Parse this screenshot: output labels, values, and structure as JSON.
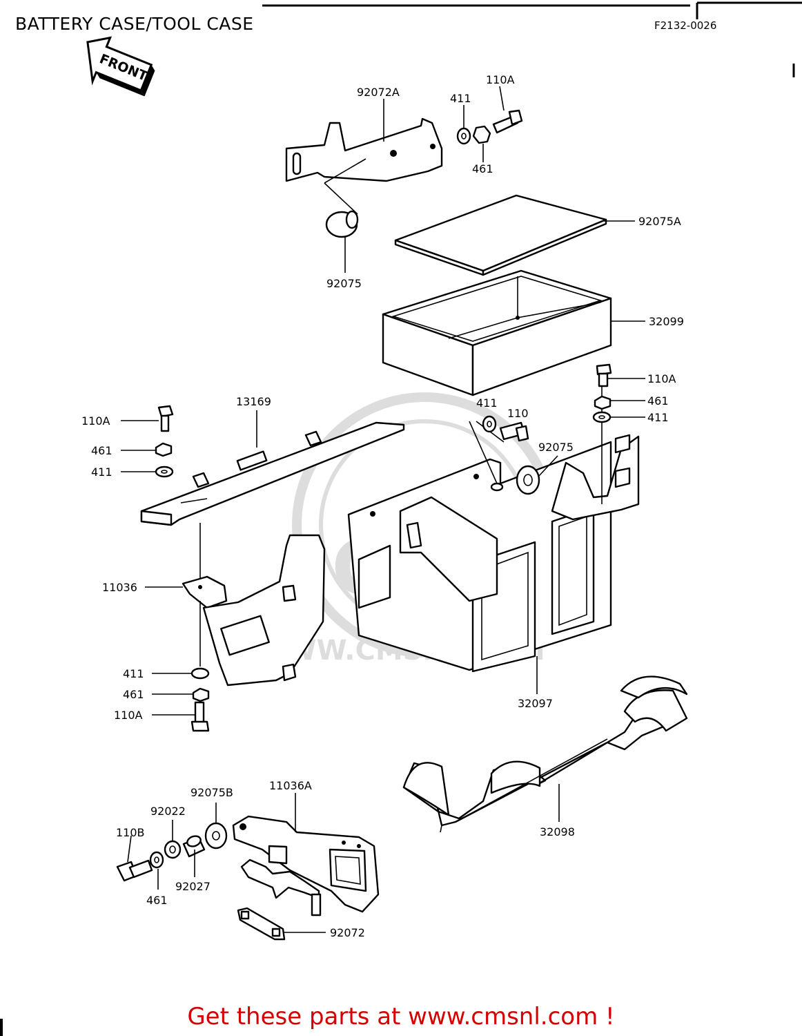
{
  "header": {
    "title": "BATTERY CASE/TOOL CASE",
    "figure_code": "F2132-0026"
  },
  "front_arrow": {
    "label": "FRONT"
  },
  "watermark": {
    "text": "WWW.CMSNL.COM"
  },
  "parts": [
    {
      "key": "p92072A_top",
      "label": "92072A"
    },
    {
      "key": "p411_top",
      "label": "411"
    },
    {
      "key": "p110A_top",
      "label": "110A"
    },
    {
      "key": "p461_top",
      "label": "461"
    },
    {
      "key": "p92075A",
      "label": "92075A"
    },
    {
      "key": "p92075_top",
      "label": "92075"
    },
    {
      "key": "p32099",
      "label": "32099"
    },
    {
      "key": "p110A_right",
      "label": "110A"
    },
    {
      "key": "p461_right",
      "label": "461"
    },
    {
      "key": "p411_right",
      "label": "411"
    },
    {
      "key": "p411_mid",
      "label": "411"
    },
    {
      "key": "p110_mid",
      "label": "110"
    },
    {
      "key": "p92075_mid",
      "label": "92075"
    },
    {
      "key": "p13169",
      "label": "13169"
    },
    {
      "key": "p110A_left",
      "label": "110A"
    },
    {
      "key": "p461_left",
      "label": "461"
    },
    {
      "key": "p411_left",
      "label": "411"
    },
    {
      "key": "p11036",
      "label": "11036"
    },
    {
      "key": "p411_low",
      "label": "411"
    },
    {
      "key": "p461_low",
      "label": "461"
    },
    {
      "key": "p110A_low",
      "label": "110A"
    },
    {
      "key": "p32097",
      "label": "32097"
    },
    {
      "key": "p32098",
      "label": "32098"
    },
    {
      "key": "p92075B",
      "label": "92075B"
    },
    {
      "key": "p11036A",
      "label": "11036A"
    },
    {
      "key": "p92022",
      "label": "92022"
    },
    {
      "key": "p110B",
      "label": "110B"
    },
    {
      "key": "p92027",
      "label": "92027"
    },
    {
      "key": "p461_bottom",
      "label": "461"
    },
    {
      "key": "p92072",
      "label": "92072"
    }
  ],
  "footer": {
    "text": "Get these parts at www.cmsnl.com !"
  }
}
